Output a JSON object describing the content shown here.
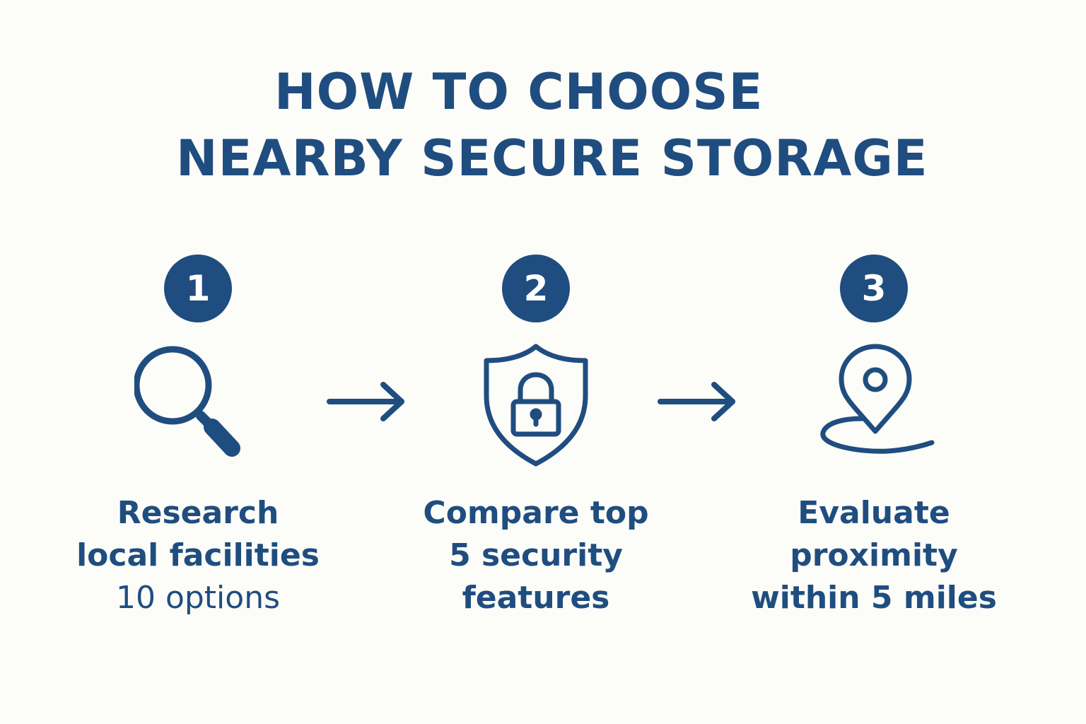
{
  "title": {
    "line1": "HOW TO CHOOSE",
    "line2": "NEARBY SECURE STORAGE"
  },
  "colors": {
    "background": "#fcfcf9",
    "primary": "#1f4d7f",
    "badge_text": "#ffffff"
  },
  "steps": [
    {
      "number": "1",
      "icon": "magnifying-glass-icon",
      "caption_line1": "Research",
      "caption_line2": "local facilities",
      "caption_line3": "10 options"
    },
    {
      "number": "2",
      "icon": "shield-lock-icon",
      "caption_line1": "Compare top",
      "caption_line2": "5 security",
      "caption_line3": "features"
    },
    {
      "number": "3",
      "icon": "location-pin-icon",
      "caption_line1": "Evaluate",
      "caption_line2": "proximity",
      "caption_line3": "within 5 miles"
    }
  ],
  "connectors": [
    "arrow-right-icon",
    "arrow-right-icon"
  ]
}
